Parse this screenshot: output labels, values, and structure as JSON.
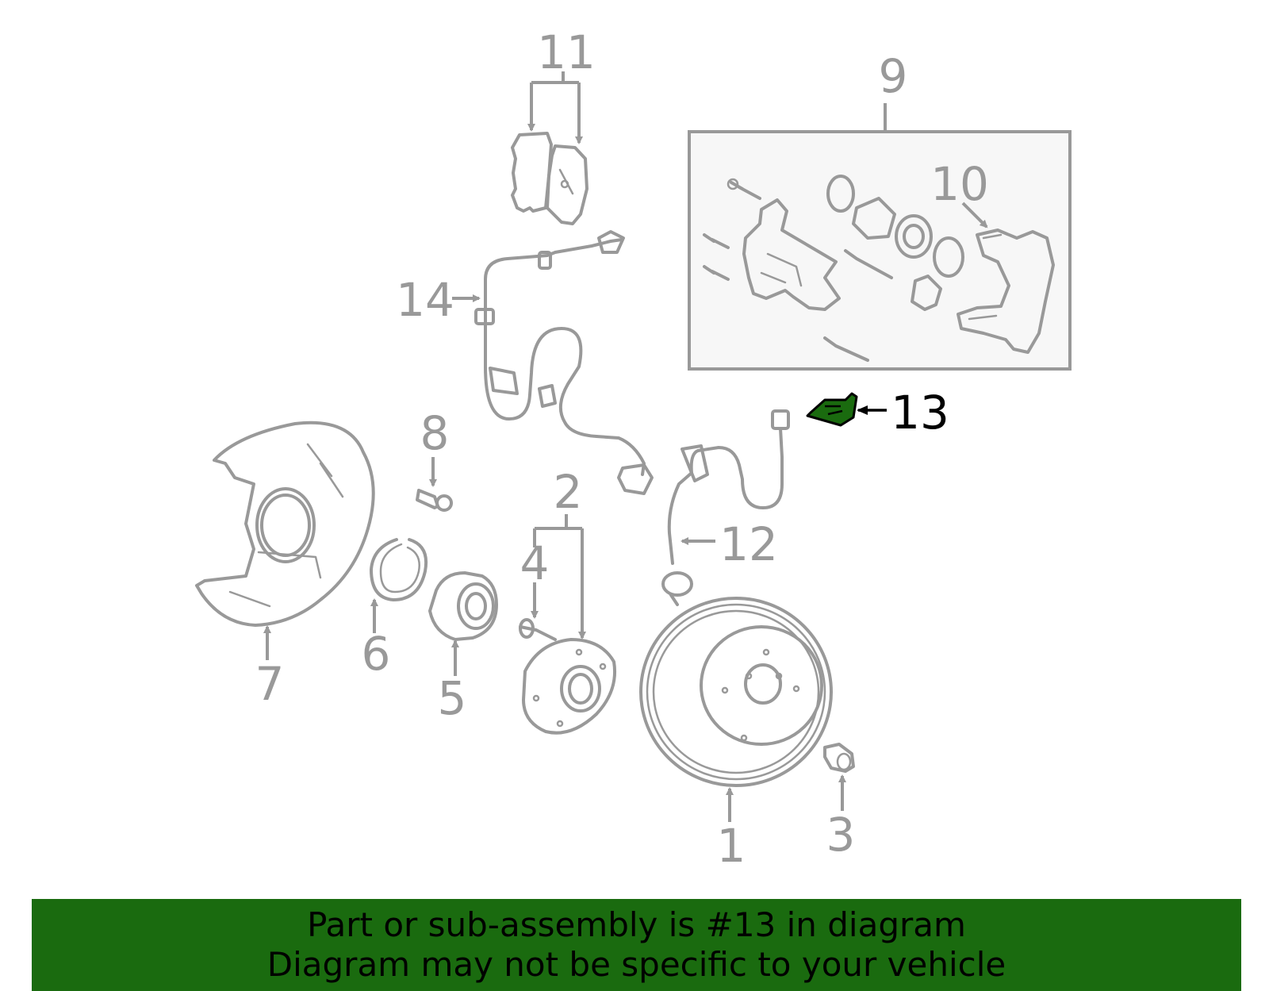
{
  "callouts": {
    "c1": "1",
    "c2": "2",
    "c3": "3",
    "c4": "4",
    "c5": "5",
    "c6": "6",
    "c7": "7",
    "c8": "8",
    "c9": "9",
    "c10": "10",
    "c11": "11",
    "c12": "12",
    "c13": "13",
    "c14": "14"
  },
  "highlighted_part": "13",
  "highlight_color": "#1a6b0f",
  "banner": {
    "line1": "Part or sub-assembly is #13 in diagram",
    "line2": "Diagram may not be specific to your vehicle",
    "background": "#1a6b0f"
  }
}
